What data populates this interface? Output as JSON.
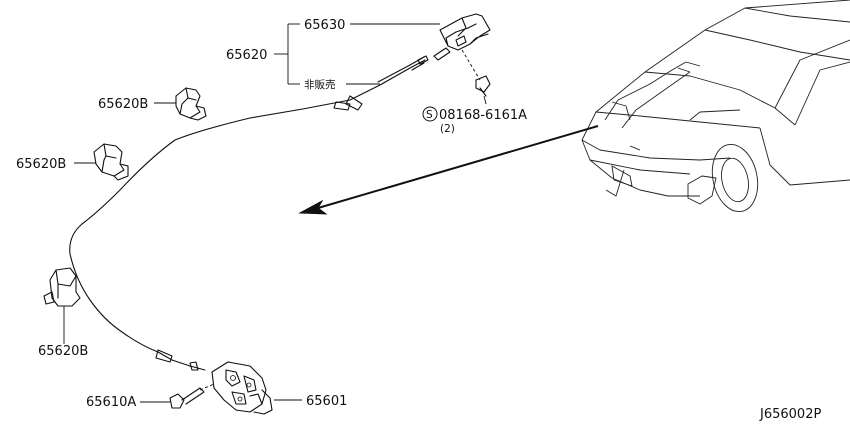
{
  "labels": {
    "p65630": "65630",
    "p65620": "65620",
    "not_for_sale": "非販売",
    "bolt_code": "08168-6161A",
    "bolt_qty": "(2)",
    "bolt_prefix": "S",
    "clip1": "65620B",
    "clip2": "65620B",
    "clip3": "65620B",
    "p65610a": "65610A",
    "p65601": "65601",
    "diagram_id": "J656002P"
  }
}
